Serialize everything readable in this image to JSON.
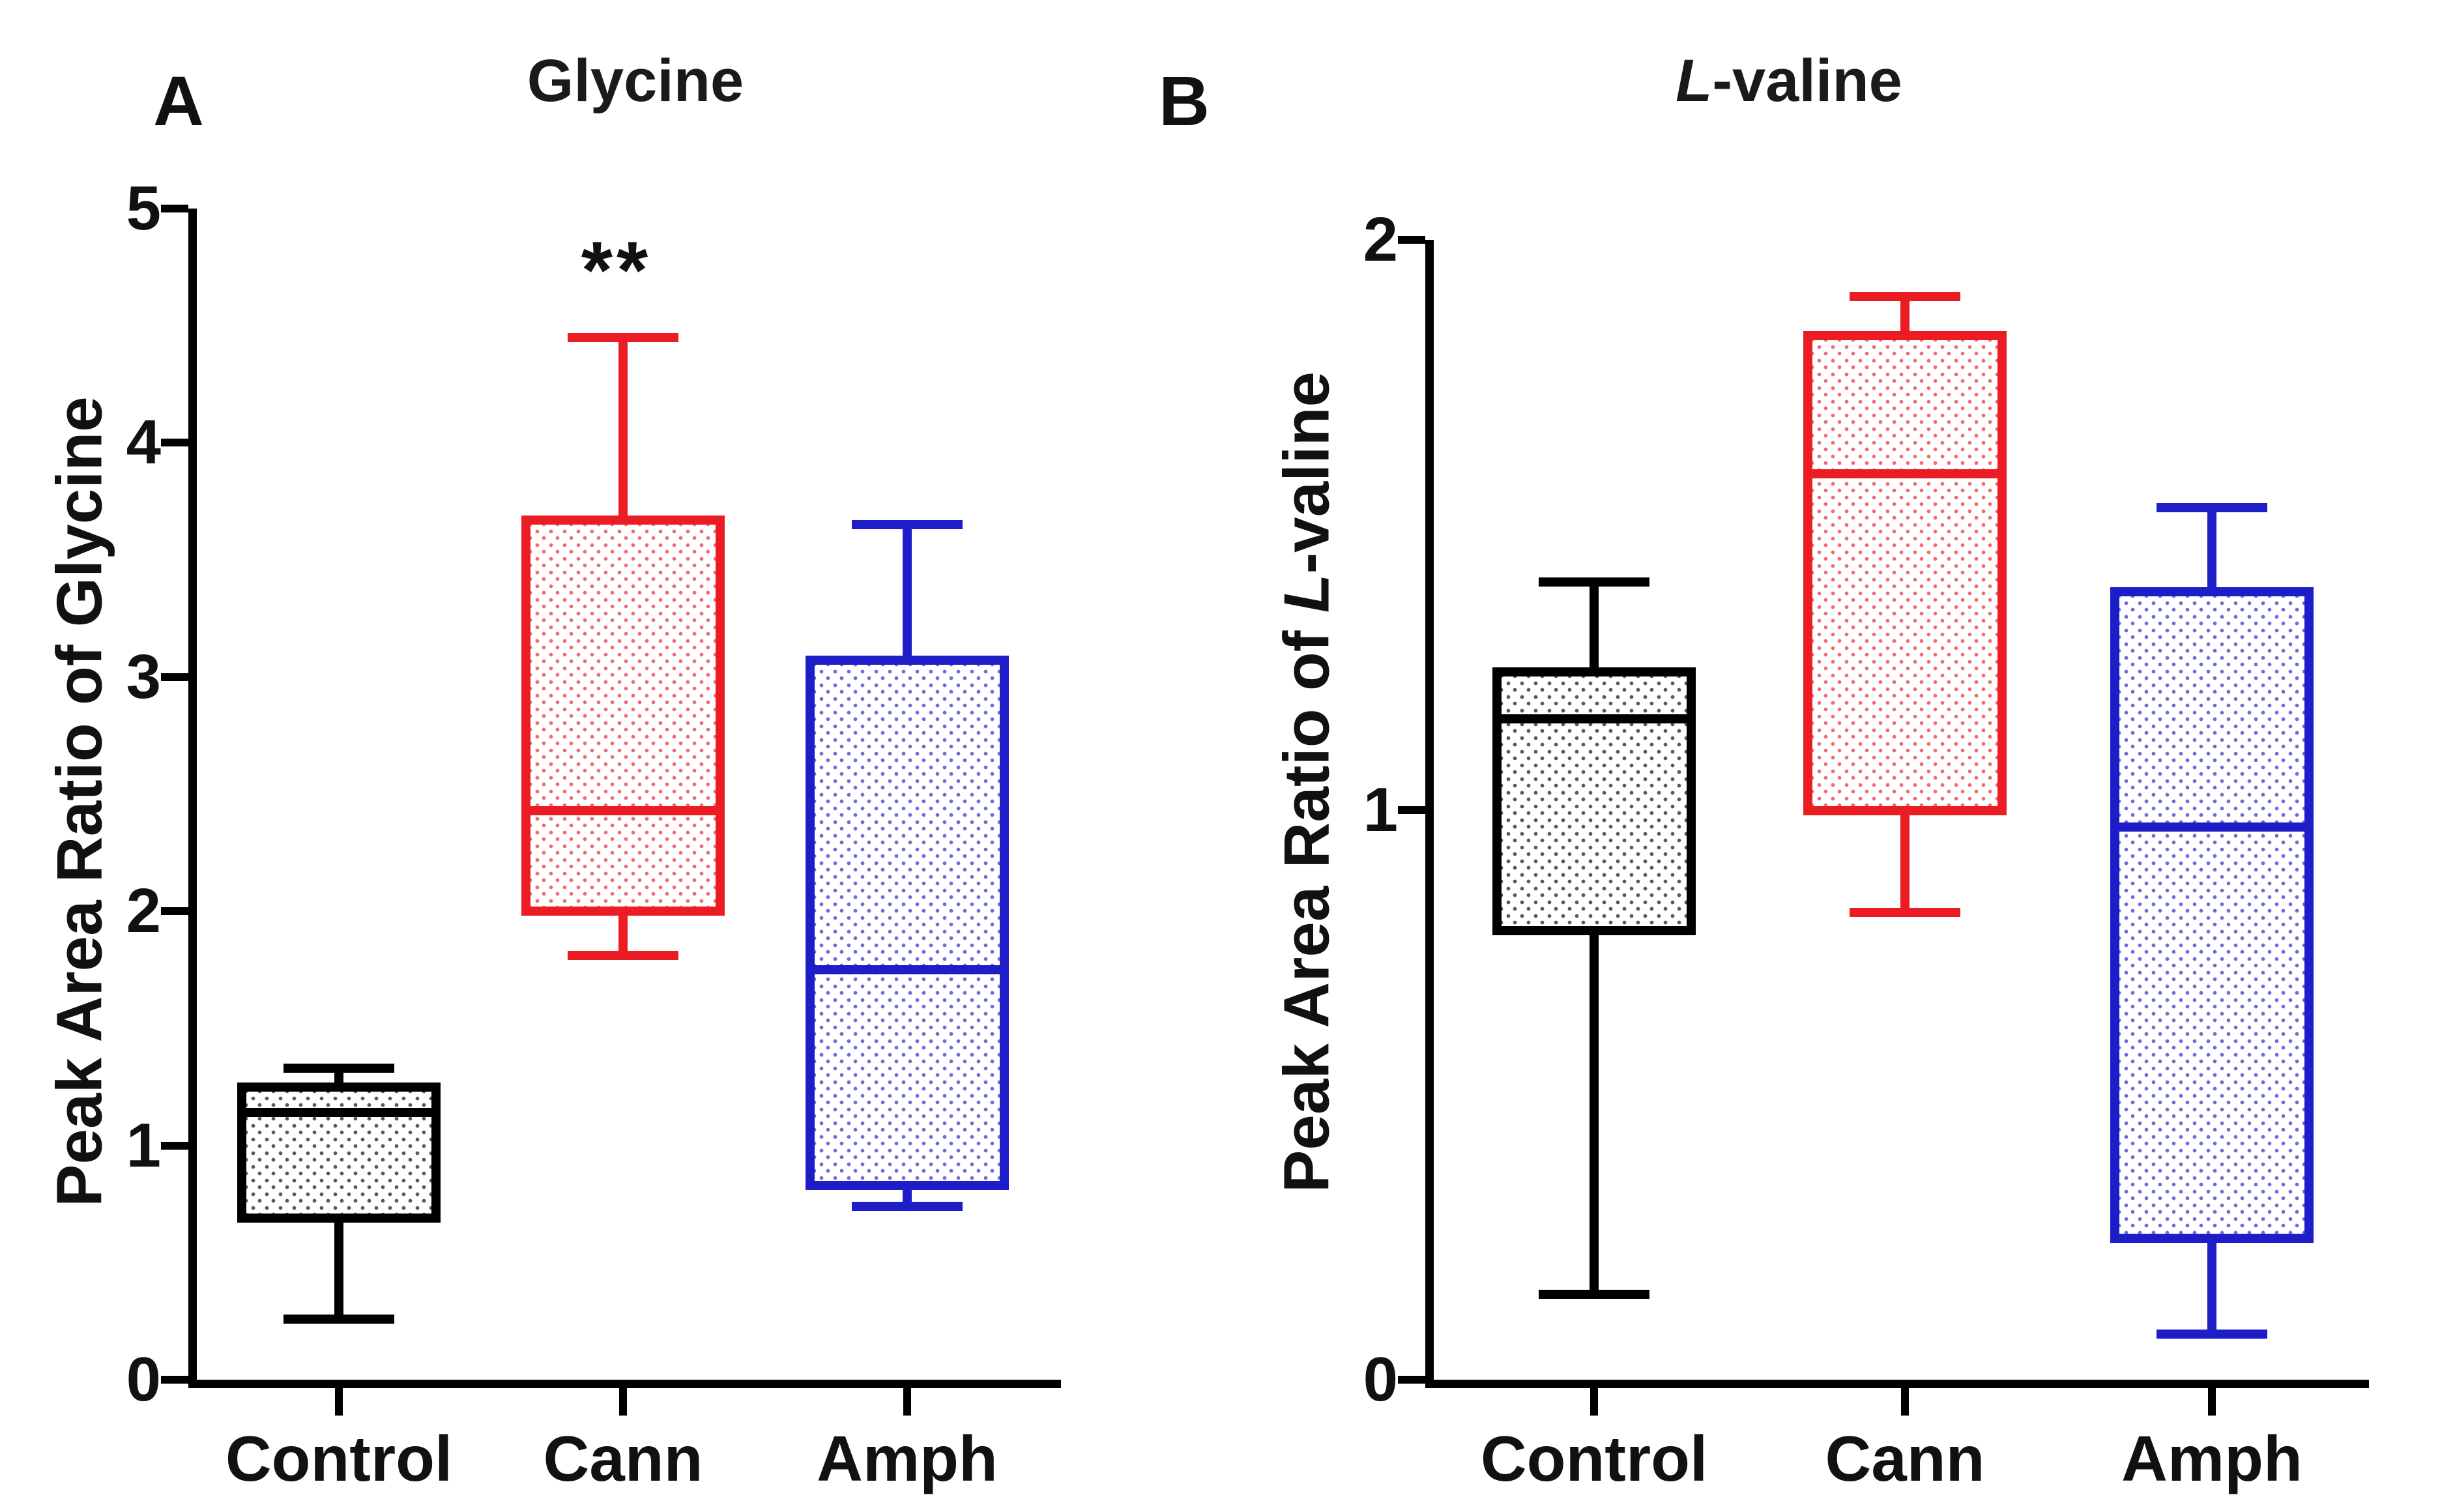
{
  "figure": {
    "background": "#ffffff",
    "group_colors": {
      "control": "#000000",
      "cann": "#ec1c24",
      "amph": "#1e1ec8"
    }
  },
  "chart_data": [
    {
      "type": "box",
      "panel_label": "A",
      "title": {
        "italic": "",
        "text": "Glycine"
      },
      "ylabel": {
        "prefix": "Peak Area Ratio of ",
        "italic": "",
        "text": "Glycine"
      },
      "categories": [
        "Control",
        "Cann",
        "Amph"
      ],
      "ylim": [
        0,
        5
      ],
      "yticks": [
        0,
        1,
        2,
        3,
        4,
        5
      ],
      "grid": false,
      "legend": "none",
      "boxes": [
        {
          "group": "Control",
          "color": "#000000",
          "whisker_low": 0.26,
          "q1": 0.67,
          "median": 1.14,
          "q3": 1.27,
          "whisker_high": 1.33,
          "annotation": ""
        },
        {
          "group": "Cann",
          "color": "#ec1c24",
          "whisker_low": 1.81,
          "q1": 1.98,
          "median": 2.43,
          "q3": 3.69,
          "whisker_high": 4.45,
          "annotation": "**"
        },
        {
          "group": "Amph",
          "color": "#1e1ec8",
          "whisker_low": 0.74,
          "q1": 0.81,
          "median": 1.75,
          "q3": 3.09,
          "whisker_high": 3.65,
          "annotation": ""
        }
      ]
    },
    {
      "type": "box",
      "panel_label": "B",
      "title": {
        "italic": "L",
        "text": "-valine"
      },
      "ylabel": {
        "prefix": "Peak Area Ratio of ",
        "italic": "L",
        "text": "-valine"
      },
      "categories": [
        "Control",
        "Cann",
        "Amph"
      ],
      "ylim": [
        0,
        2
      ],
      "yticks": [
        0,
        1,
        2
      ],
      "grid": false,
      "legend": "none",
      "boxes": [
        {
          "group": "Control",
          "color": "#000000",
          "whisker_low": 0.15,
          "q1": 0.78,
          "median": 1.16,
          "q3": 1.25,
          "whisker_high": 1.4,
          "annotation": ""
        },
        {
          "group": "Cann",
          "color": "#ec1c24",
          "whisker_low": 0.82,
          "q1": 0.99,
          "median": 1.59,
          "q3": 1.84,
          "whisker_high": 1.9,
          "annotation": ""
        },
        {
          "group": "Amph",
          "color": "#1e1ec8",
          "whisker_low": 0.08,
          "q1": 0.24,
          "median": 0.97,
          "q3": 1.39,
          "whisker_high": 1.53,
          "annotation": ""
        }
      ]
    }
  ]
}
